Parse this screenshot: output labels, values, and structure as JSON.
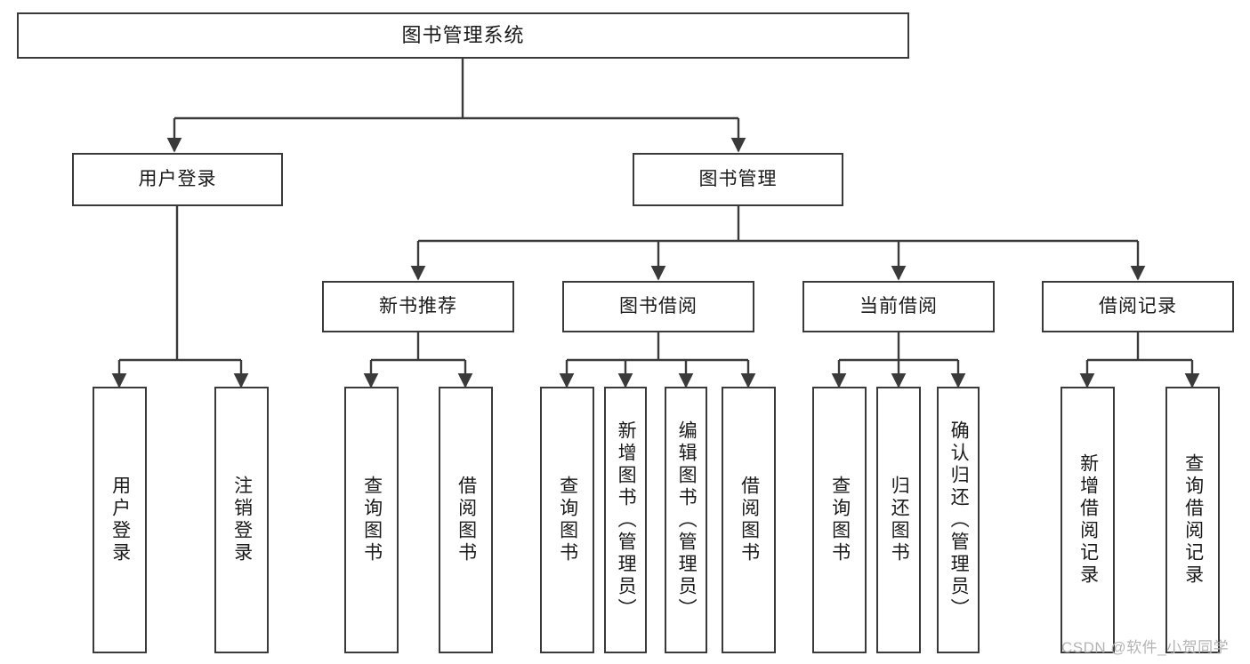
{
  "diagram": {
    "type": "tree",
    "title": "图书管理系统",
    "root": {
      "label": "图书管理系统"
    },
    "level2": [
      {
        "label": "用户登录"
      },
      {
        "label": "图书管理"
      }
    ],
    "level3": [
      {
        "label": "新书推荐"
      },
      {
        "label": "图书借阅"
      },
      {
        "label": "当前借阅"
      },
      {
        "label": "借阅记录"
      }
    ],
    "leaves": {
      "user_login": [
        {
          "label": "用户登录"
        },
        {
          "label": "注销登录"
        }
      ],
      "new_book_recommend": [
        {
          "label": "查询图书"
        },
        {
          "label": "借阅图书"
        }
      ],
      "book_borrow": [
        {
          "label": "查询图书"
        },
        {
          "label": "新增图书（管理员）"
        },
        {
          "label": "编辑图书（管理员）"
        },
        {
          "label": "借阅图书"
        }
      ],
      "current_borrow": [
        {
          "label": "查询图书"
        },
        {
          "label": "归还图书"
        },
        {
          "label": "确认归还（管理员）"
        }
      ],
      "borrow_record": [
        {
          "label": "新增借阅记录"
        },
        {
          "label": "查询借阅记录"
        }
      ]
    }
  },
  "watermark": {
    "text": "CSDN @软件_小贺同学"
  },
  "colors": {
    "border": "#3a3a3a",
    "text": "#1a1a1a",
    "background": "#ffffff",
    "watermark": "#b4b4b4"
  }
}
